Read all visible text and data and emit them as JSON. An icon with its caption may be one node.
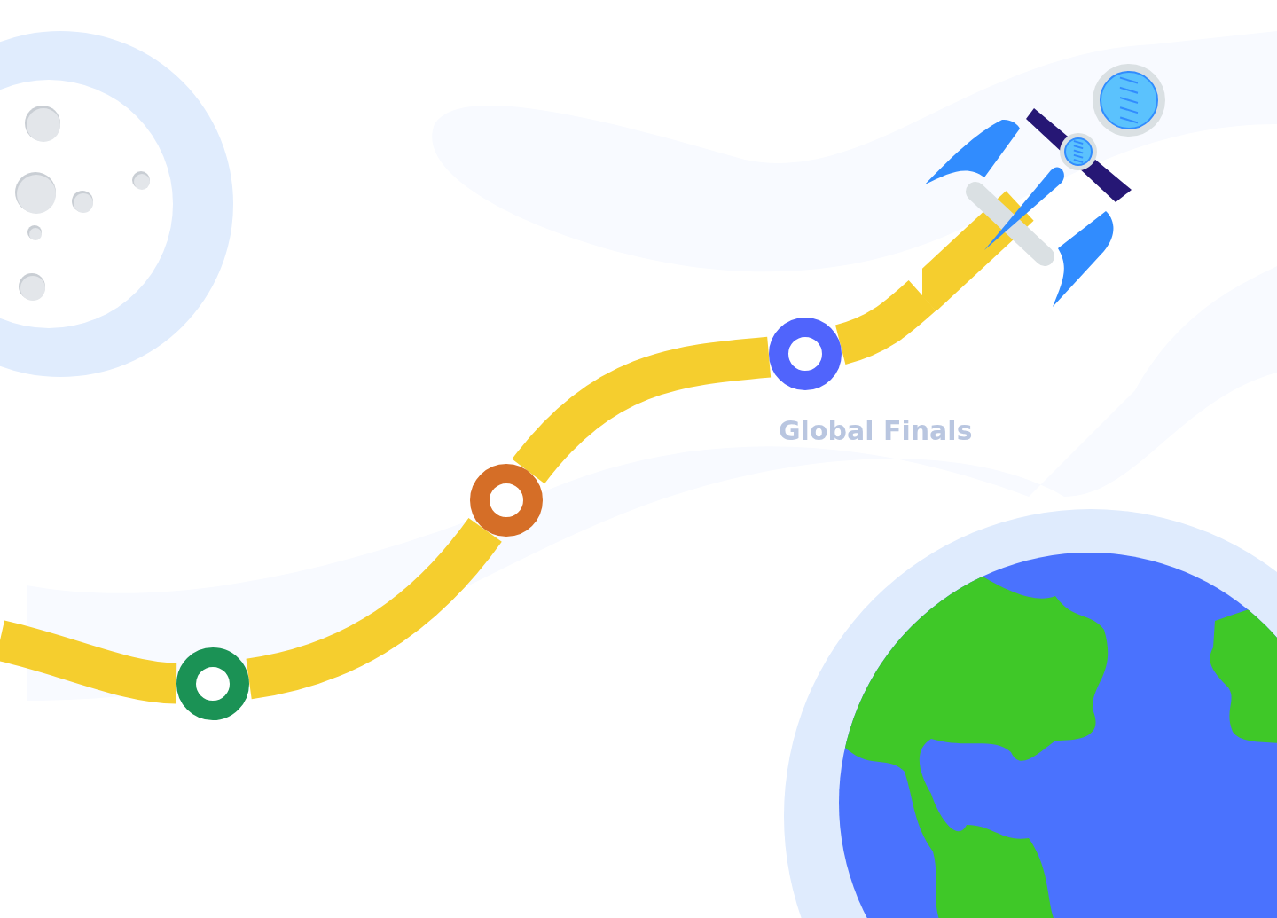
{
  "diagram": {
    "nodes": [
      {
        "text": [],
        "shape": "circle"
      },
      {
        "text": [],
        "shape": "circle"
      },
      {
        "text": [],
        "shape": "circle"
      },
      {
        "text": [],
        "shape": "picture"
      }
    ],
    "edges": [
      {
        "from": null,
        "to": 0,
        "arrow": "none"
      },
      {
        "from": 0,
        "to": 1,
        "arrow": "none"
      },
      {
        "from": 1,
        "to": 2,
        "arrow": "none"
      },
      {
        "from": 2,
        "to": 3,
        "arrow": "none"
      }
    ],
    "labels": [
      "Global Finals"
    ]
  }
}
